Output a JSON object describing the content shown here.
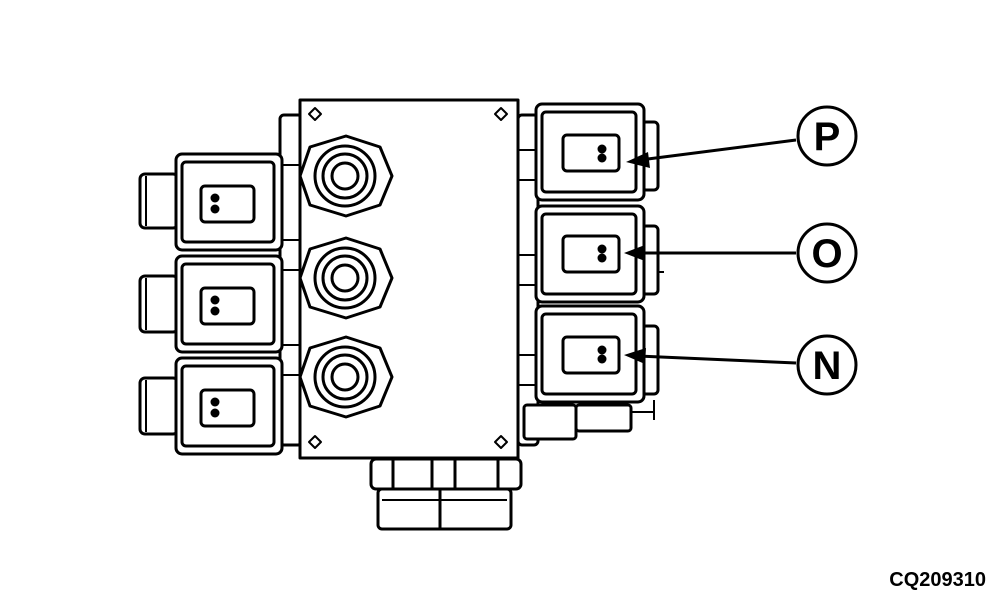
{
  "callouts": [
    {
      "id": "P",
      "label": "P"
    },
    {
      "id": "O",
      "label": "O"
    },
    {
      "id": "N",
      "label": "N"
    }
  ],
  "figure_id": "CQ209310",
  "colors": {
    "ink": "#000000",
    "paper": "#ffffff"
  }
}
